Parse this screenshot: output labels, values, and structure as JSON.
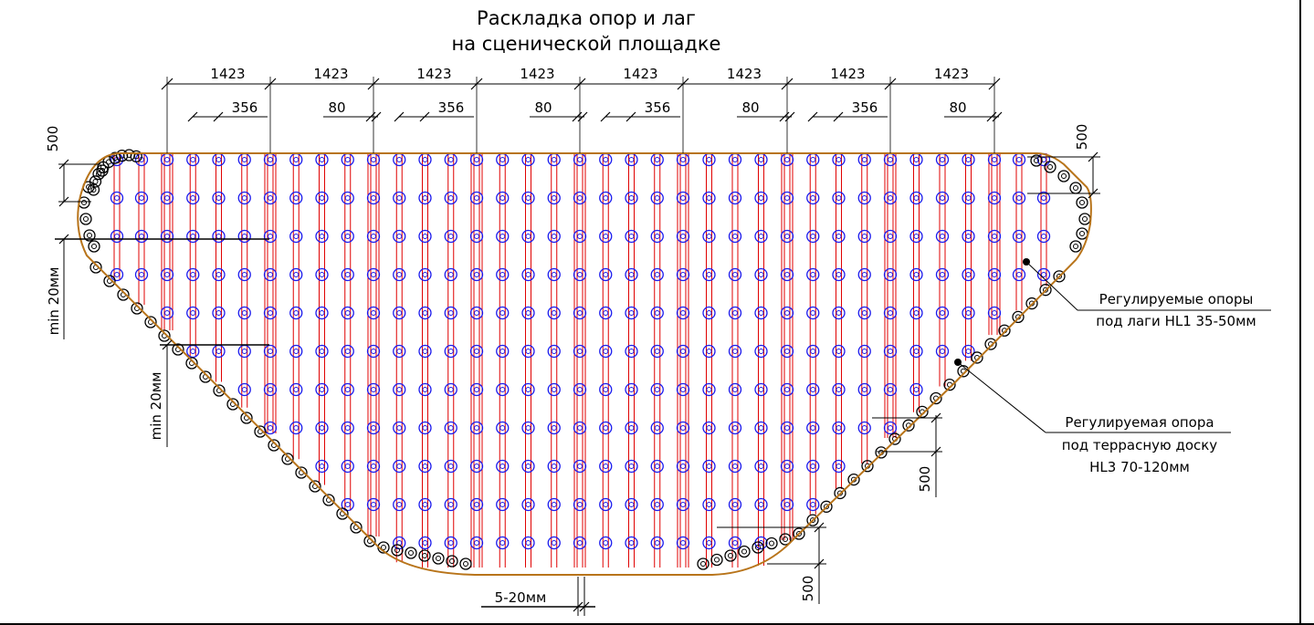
{
  "title": {
    "line1": "Раскладка опор и лаг",
    "line2": "на сценической площадке"
  },
  "dimensions": {
    "module": "1423",
    "joist_spacing": "356",
    "gap": "80",
    "edge_offset": "500",
    "min_gap": "min 20мм",
    "joint_gap": "5-20мм"
  },
  "callouts": {
    "joist_supports": {
      "line1": "Регулируемые опоры",
      "line2": "под лаги HL1 35-50мм"
    },
    "deck_support": {
      "line1": "Регулируемая опора",
      "line2": "под террасную доску",
      "line3": "HL3 70-120мм"
    }
  },
  "layout": {
    "module_count": 8,
    "joists_per_module": 4
  },
  "colors": {
    "outline": "#b8741a",
    "joist": "#e00000",
    "support_joist": "#1a1aee",
    "support_deck": "#000000",
    "dim_line": "#000000"
  }
}
